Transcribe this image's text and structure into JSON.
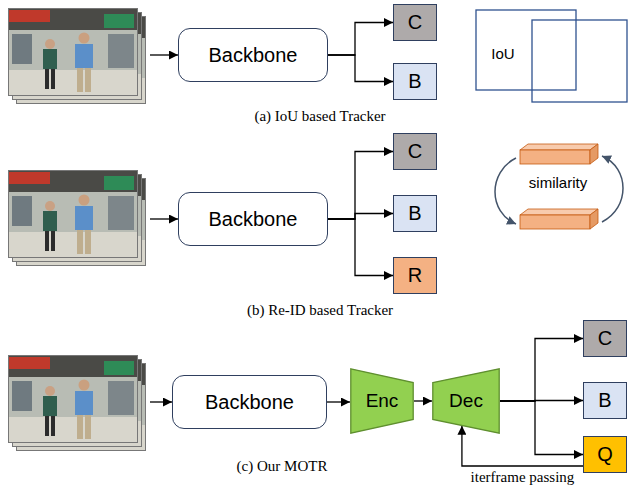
{
  "diagram": {
    "nodes": [
      {
        "text": [
          "Backbone"
        ]
      },
      {
        "text": [
          "C"
        ]
      },
      {
        "text": [
          "B"
        ]
      },
      {
        "text": [
          "Backbone"
        ]
      },
      {
        "text": [
          "C"
        ]
      },
      {
        "text": [
          "B"
        ]
      },
      {
        "text": [
          "R"
        ]
      },
      {
        "text": [
          "Backbone"
        ]
      },
      {
        "text": [
          "Enc"
        ]
      },
      {
        "text": [
          "Dec"
        ]
      },
      {
        "text": [
          "C"
        ]
      },
      {
        "text": [
          "B"
        ]
      },
      {
        "text": [
          "Q"
        ]
      }
    ],
    "edges": [
      {
        "from": 0,
        "to": 1,
        "arrow": "to"
      },
      {
        "from": 0,
        "to": 2,
        "arrow": "to"
      },
      {
        "from": 3,
        "to": 4,
        "arrow": "to"
      },
      {
        "from": 3,
        "to": 5,
        "arrow": "to"
      },
      {
        "from": 3,
        "to": 6,
        "arrow": "to"
      },
      {
        "from": 7,
        "to": 8,
        "arrow": "to"
      },
      {
        "from": 8,
        "to": 9,
        "arrow": "to"
      },
      {
        "from": 9,
        "to": 10,
        "arrow": "to"
      },
      {
        "from": 9,
        "to": 11,
        "arrow": "to"
      },
      {
        "from": 9,
        "to": 12,
        "arrow": "to"
      },
      {
        "from": 12,
        "to": 9,
        "label": "iterframe passing",
        "arrow": "to"
      }
    ],
    "labels": [
      "(a) IoU based Tracker",
      "IoU",
      "(b) Re-ID based Tracker",
      "similarity",
      "(c) Our MOTR"
    ]
  }
}
